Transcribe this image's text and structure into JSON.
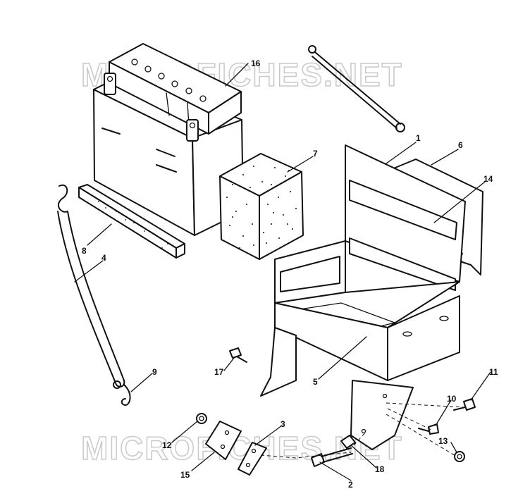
{
  "watermark": {
    "text": "MICROFICHES.NET"
  },
  "parts": [
    {
      "id": "p1",
      "label": "1",
      "description": "battery box"
    },
    {
      "id": "p2",
      "label": "2",
      "description": "bolt"
    },
    {
      "id": "p3",
      "label": "3",
      "description": "bracket"
    },
    {
      "id": "p4",
      "label": "4",
      "description": "strap"
    },
    {
      "id": "p5",
      "label": "5",
      "description": "tray floor"
    },
    {
      "id": "p6",
      "label": "6",
      "description": "side panel"
    },
    {
      "id": "p7",
      "label": "7",
      "description": "foam block"
    },
    {
      "id": "p8",
      "label": "8",
      "description": "foam strip"
    },
    {
      "id": "p9",
      "label": "9",
      "description": "hook"
    },
    {
      "id": "p10",
      "label": "10",
      "description": "screw"
    },
    {
      "id": "p11",
      "label": "11",
      "description": "screw"
    },
    {
      "id": "p12",
      "label": "12",
      "description": "nut"
    },
    {
      "id": "p13",
      "label": "13",
      "description": "nut"
    },
    {
      "id": "p14",
      "label": "14",
      "description": "label"
    },
    {
      "id": "p15",
      "label": "15",
      "description": "bracket"
    },
    {
      "id": "p16",
      "label": "16",
      "description": "battery"
    },
    {
      "id": "p17",
      "label": "17",
      "description": "screw"
    },
    {
      "id": "p18",
      "label": "18",
      "description": "washer"
    }
  ]
}
